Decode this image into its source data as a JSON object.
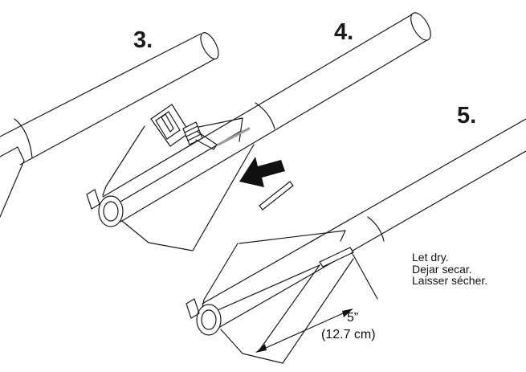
{
  "steps": {
    "step3": "3.",
    "step4": "4.",
    "step5": "5."
  },
  "note": {
    "line1": "Let dry.",
    "line2": "Dejar secar.",
    "line3": "Laisser sécher."
  },
  "dimension": {
    "inches": "5”",
    "centimeters": "(12.7 cm)"
  },
  "icons": {
    "glue": "glue-bottle-icon",
    "arrow": "push-arrow-icon"
  },
  "colors": {
    "ink": "#1a1a1a",
    "background": "#ffffff",
    "arrow": "#111111"
  }
}
